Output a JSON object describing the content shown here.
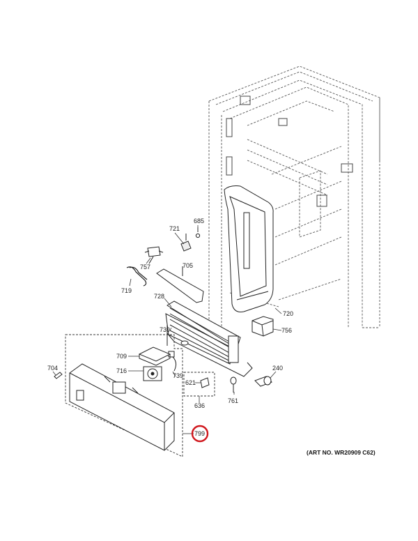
{
  "art_number": "(ART NO. WR20909 C62)",
  "highlight_color": "#d0161c",
  "highlighted_part": "799",
  "parts": {
    "p685": "685",
    "p721": "721",
    "p757": "757",
    "p705": "705",
    "p719": "719",
    "p728": "728",
    "p730": "730",
    "p720": "720",
    "p756": "756",
    "p709": "709",
    "p716": "716",
    "p704": "704",
    "p739": "739",
    "p621": "621",
    "p636": "636",
    "p761": "761",
    "p240": "240",
    "p799": "799"
  }
}
